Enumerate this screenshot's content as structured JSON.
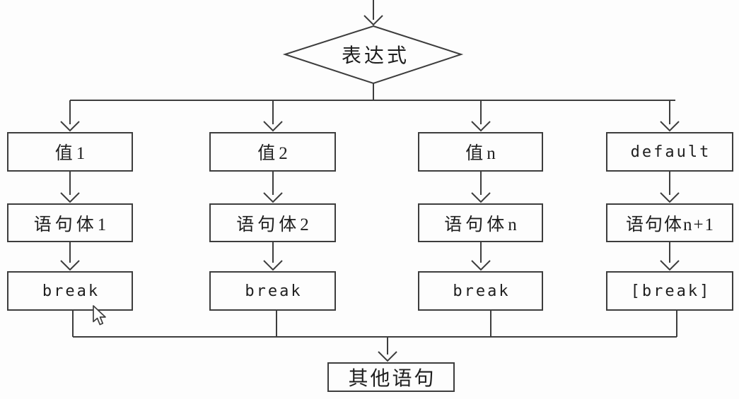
{
  "flowchart": {
    "decision": {
      "label": "表达式"
    },
    "branches": [
      {
        "case_label": "值1",
        "body_label": "语句体1",
        "break_label": "break"
      },
      {
        "case_label": "值2",
        "body_label": "语句体2",
        "break_label": "break"
      },
      {
        "case_label": "值n",
        "body_label": "语句体n",
        "break_label": "break"
      },
      {
        "case_label": "default",
        "body_label": "语句体n+1",
        "break_label": "[break]"
      }
    ],
    "end_node": {
      "label": "其他语句"
    }
  },
  "cursor": {
    "icon": "arrow-pointer-icon"
  },
  "colors": {
    "line": "#3d3d3d",
    "box_border": "#3d3d3d",
    "text": "#1e1e1e",
    "background": "#fdfdfd"
  }
}
